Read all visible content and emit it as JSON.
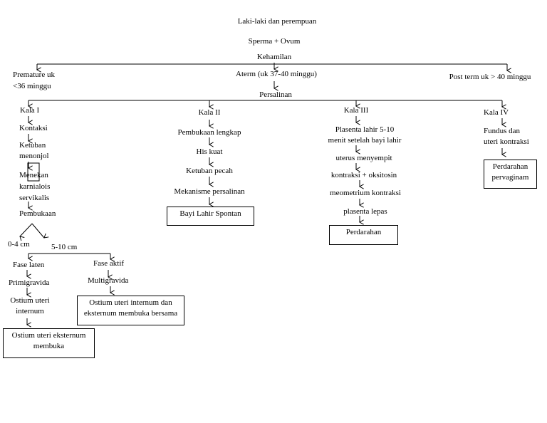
{
  "diagram": {
    "title": "Laki-laki dan perempuan",
    "step2": "Sperma + Ovum",
    "step3": "Kehamilan",
    "premature": [
      "Premature uk",
      "<36 minggu"
    ],
    "aterm": "Aterm (uk 37-40 minggu)",
    "postterm": "Post term uk > 40 minggu",
    "persalinan": "Persalinan",
    "kala1": {
      "label": "Kala I",
      "kontaksi": "Kontaksi",
      "ketuban": [
        "Ketuban",
        "menonjol"
      ],
      "menekan": [
        "Menekan",
        "karnialois",
        "servikalis"
      ],
      "pembukaan": "Pembukaan",
      "range1": "0-4 cm",
      "range2": "5-10 cm",
      "laten": {
        "label": "Fase laten",
        "primi": "Primigravida",
        "ostium": [
          "Ostium uteri",
          "internum"
        ],
        "box": [
          "Ostium uteri eksternum",
          "membuka"
        ]
      },
      "aktif": {
        "label": "Fase aktif",
        "multi": "Multigravida",
        "box": [
          "Ostium uteri internum dan",
          "eksternum membuka bersama"
        ]
      }
    },
    "kala2": {
      "label": "Kala II",
      "items": [
        "Pembukaan lengkap",
        "His kuat",
        "Ketuban pecah",
        "Mekanisme persalinan"
      ],
      "box": "Bayi Lahir Spontan"
    },
    "kala3": {
      "label": "Kala III",
      "plasenta": [
        "Plasenta lahir 5-10",
        "menit setelah bayi lahir"
      ],
      "items": [
        "uterus menyempit",
        "kontraksi + oksitosin",
        "meometrium kontraksi",
        "plasenta lepas"
      ],
      "box": "Perdarahan"
    },
    "kala4": {
      "label": "Kala IV",
      "fundus": [
        "Fundus dan",
        "uteri kontraksi"
      ],
      "box": [
        "Perdarahan",
        "pervaginam"
      ]
    }
  }
}
